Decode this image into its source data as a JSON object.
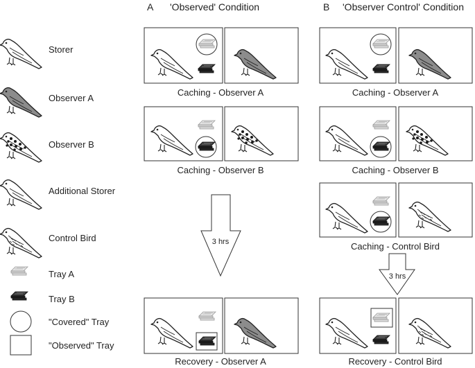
{
  "legend": {
    "storer": "Storer",
    "observer_a": "Observer A",
    "observer_b": "Observer B",
    "additional_storer": "Additional Storer",
    "control_bird": "Control Bird",
    "tray_a": "Tray A",
    "tray_b": "Tray B",
    "covered_tray": "\"Covered\" Tray",
    "observed_tray": "\"Observed\" Tray"
  },
  "condition_a": {
    "letter": "A",
    "title": "'Observed' Condition",
    "panels": [
      "Caching - Observer A",
      "Caching - Observer B",
      "Recovery - Observer A"
    ],
    "interval": "3 hrs"
  },
  "condition_b": {
    "letter": "B",
    "title": "'Observer Control' Condition",
    "panels": [
      "Caching - Observer A",
      "Caching - Observer B",
      "Caching - Control Bird",
      "Recovery - Control Bird"
    ],
    "interval": "3 hrs"
  },
  "colors": {
    "storer_fill": "#ffffff",
    "observer_a_fill": "#8c8c8c",
    "observer_b_spots": "#1a1a1a",
    "tray_a_fill": "#d9d9d9",
    "tray_b_fill": "#1e1e1e",
    "outline": "#222222"
  }
}
